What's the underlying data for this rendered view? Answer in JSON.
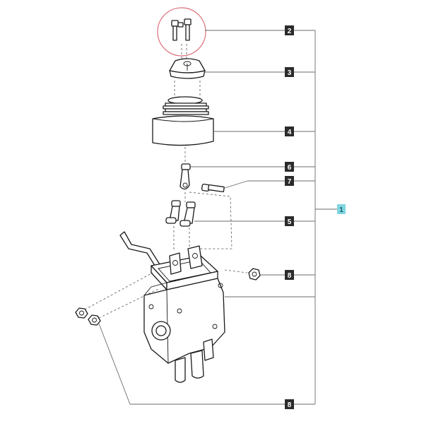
{
  "diagram": {
    "colors": {
      "callout_box": "#2b2b2b",
      "callout_text": "#ffffff",
      "main_callout_box": "#7fd6e0",
      "main_callout_text": "#1b5d66",
      "highlight_circle": "#d9707a",
      "line": "#1a1a1a"
    },
    "callouts": {
      "c2": "2",
      "c3": "3",
      "c4": "4",
      "c6": "6",
      "c7": "7",
      "c5": "5",
      "c8a": "8",
      "c8b": "8",
      "c1": "1"
    }
  }
}
